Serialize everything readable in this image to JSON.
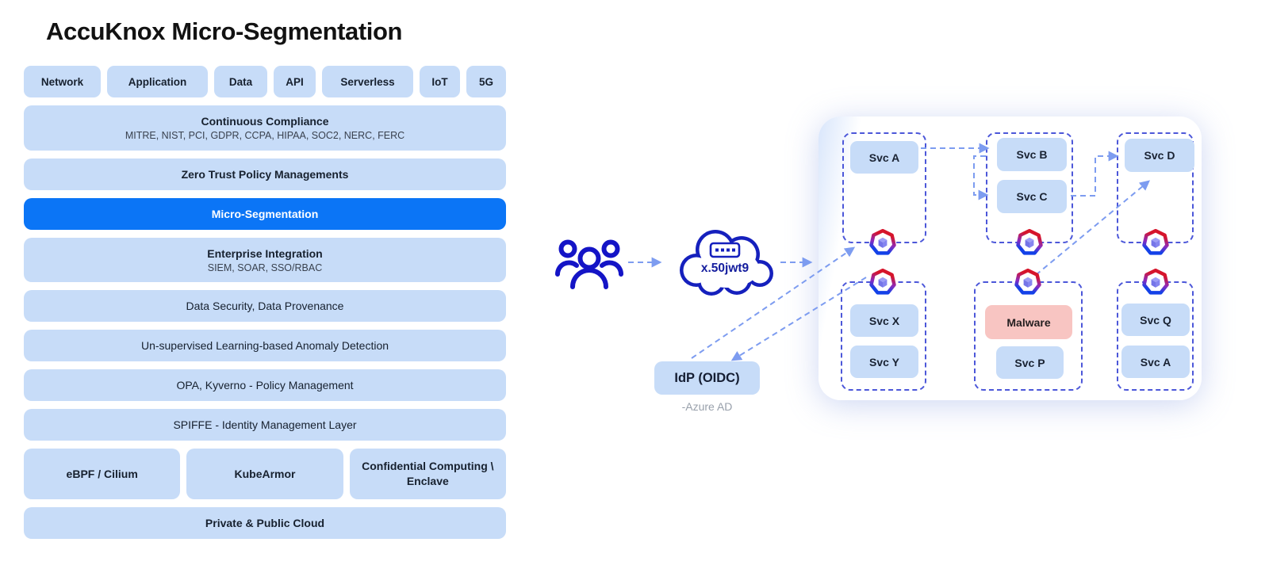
{
  "title": "AccuKnox Micro-Segmentation",
  "platform_stack": {
    "tiers": [
      "Network",
      "Application",
      "Data",
      "API",
      "Serverless",
      "IoT",
      "5G"
    ],
    "layers": [
      {
        "label": "Continuous Compliance",
        "sublabel": "MITRE, NIST, PCI, GDPR, CCPA, HIPAA, SOC2, NERC, FERC"
      },
      {
        "label": "Zero Trust Policy Managements"
      },
      {
        "label": "Micro-Segmentation",
        "selected": true
      },
      {
        "label": "Enterprise Integration",
        "sublabel": "SIEM, SOAR, SSO/RBAC"
      },
      {
        "label": "Data Security, Data Provenance"
      },
      {
        "label": "Un-supervised Learning-based Anomaly Detection"
      },
      {
        "label": "OPA, Kyverno - Policy Management"
      },
      {
        "label": "SPIFFE - Identity Management Layer"
      }
    ],
    "runtime": [
      "eBPF / Cilium",
      "KubeArmor",
      "Confidential Computing \\ Enclave"
    ],
    "foundation": "Private & Public Cloud"
  },
  "flow": {
    "users_icon": "users-group-icon",
    "token_cloud": {
      "label": "x.50jwt9",
      "icon": "token-field-icon"
    },
    "idp": {
      "label": "IdP (OIDC)",
      "caption": "-Azure AD"
    }
  },
  "cluster": {
    "pod_icon": "pod-heptagon-icon",
    "groups": [
      {
        "services": [
          "Svc A"
        ]
      },
      {
        "services": [
          "Svc B",
          "Svc C"
        ]
      },
      {
        "services": [
          "Svc D"
        ]
      },
      {
        "services": [
          "Svc X",
          "Svc Y"
        ]
      },
      {
        "services": [
          "Malware",
          "Svc P"
        ],
        "threat": "Malware"
      },
      {
        "services": [
          "Svc Q",
          "Svc A"
        ]
      }
    ]
  },
  "colors": {
    "selected_blue": "#0b75f6",
    "chip_blue": "#c7dcf8",
    "malware_pink": "#f8c5c2",
    "navy": "#1520bd",
    "dashed_border": "#4c57d9",
    "arrow": "#7d9cf0"
  }
}
